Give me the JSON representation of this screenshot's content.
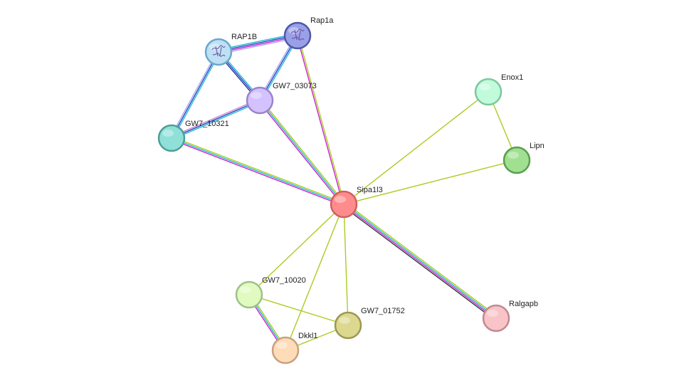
{
  "network": {
    "nodes": [
      {
        "id": "sipa1l3",
        "label": "Sipa1l3",
        "color": "#ff8c8c",
        "stroke": "#d06060"
      },
      {
        "id": "rap1a",
        "label": "Rap1a",
        "color": "#9aa0e8",
        "stroke": "#4f57a8",
        "icon": "protein-structure-icon"
      },
      {
        "id": "rap1b",
        "label": "RAP1B",
        "color": "#bde0f5",
        "stroke": "#6aa8cc",
        "icon": "protein-structure-icon"
      },
      {
        "id": "gw7_03073",
        "label": "GW7_03073",
        "color": "#d4c2ff",
        "stroke": "#9a84cc"
      },
      {
        "id": "gw7_10321",
        "label": "GW7_10321",
        "color": "#8fe0d8",
        "stroke": "#4e9e96"
      },
      {
        "id": "enox1",
        "label": "Enox1",
        "color": "#c2fadc",
        "stroke": "#7cc89e"
      },
      {
        "id": "lipn",
        "label": "Lipn",
        "color": "#a0e090",
        "stroke": "#5a9e4e"
      },
      {
        "id": "gw7_10020",
        "label": "GW7_10020",
        "color": "#e0fac0",
        "stroke": "#a0c088"
      },
      {
        "id": "gw7_01752",
        "label": "GW7_01752",
        "color": "#dcd890",
        "stroke": "#9c9850"
      },
      {
        "id": "dkkl1",
        "label": "Dkkl1",
        "color": "#ffdcb8",
        "stroke": "#c8a080"
      },
      {
        "id": "ralgapb",
        "label": "Ralgapb",
        "color": "#f8c4c8",
        "stroke": "#c08a90"
      }
    ],
    "edges": [
      {
        "source": "rap1b",
        "target": "rap1a",
        "colors": [
          "#22bbcc",
          "#2244cc",
          "#cc22cc",
          "#aaaaee"
        ]
      },
      {
        "source": "rap1b",
        "target": "gw7_03073",
        "colors": [
          "#22bbcc",
          "#2244cc",
          "#223399"
        ]
      },
      {
        "source": "rap1b",
        "target": "gw7_10321",
        "colors": [
          "#22bbcc",
          "#2244cc",
          "#aaaaee"
        ]
      },
      {
        "source": "rap1a",
        "target": "gw7_03073",
        "colors": [
          "#22bbcc",
          "#2244cc",
          "#aaaaee"
        ]
      },
      {
        "source": "rap1a",
        "target": "sipa1l3",
        "colors": [
          "#aacc22",
          "#cc22cc"
        ]
      },
      {
        "source": "gw7_03073",
        "target": "gw7_10321",
        "colors": [
          "#22bbcc",
          "#2244cc",
          "#cc88cc"
        ]
      },
      {
        "source": "gw7_03073",
        "target": "sipa1l3",
        "colors": [
          "#aacc22",
          "#22bbcc",
          "#cc22cc"
        ]
      },
      {
        "source": "gw7_10321",
        "target": "sipa1l3",
        "colors": [
          "#aacc22",
          "#22bbcc",
          "#cc22cc"
        ]
      },
      {
        "source": "enox1",
        "target": "sipa1l3",
        "colors": [
          "#aacc22"
        ]
      },
      {
        "source": "enox1",
        "target": "lipn",
        "colors": [
          "#aacc22"
        ]
      },
      {
        "source": "lipn",
        "target": "sipa1l3",
        "colors": [
          "#aacc22"
        ]
      },
      {
        "source": "sipa1l3",
        "target": "ralgapb",
        "colors": [
          "#aacc22",
          "#22bbcc",
          "#cc22cc",
          "#333333"
        ]
      },
      {
        "source": "sipa1l3",
        "target": "gw7_10020",
        "colors": [
          "#aacc22"
        ]
      },
      {
        "source": "sipa1l3",
        "target": "gw7_01752",
        "colors": [
          "#aacc22"
        ]
      },
      {
        "source": "sipa1l3",
        "target": "dkkl1",
        "colors": [
          "#aacc22"
        ]
      },
      {
        "source": "gw7_10020",
        "target": "gw7_01752",
        "colors": [
          "#aacc22"
        ]
      },
      {
        "source": "gw7_10020",
        "target": "dkkl1",
        "colors": [
          "#aacc22",
          "#22bbcc",
          "#cc22cc"
        ]
      },
      {
        "source": "dkkl1",
        "target": "gw7_01752",
        "colors": [
          "#aacc22"
        ]
      }
    ]
  }
}
